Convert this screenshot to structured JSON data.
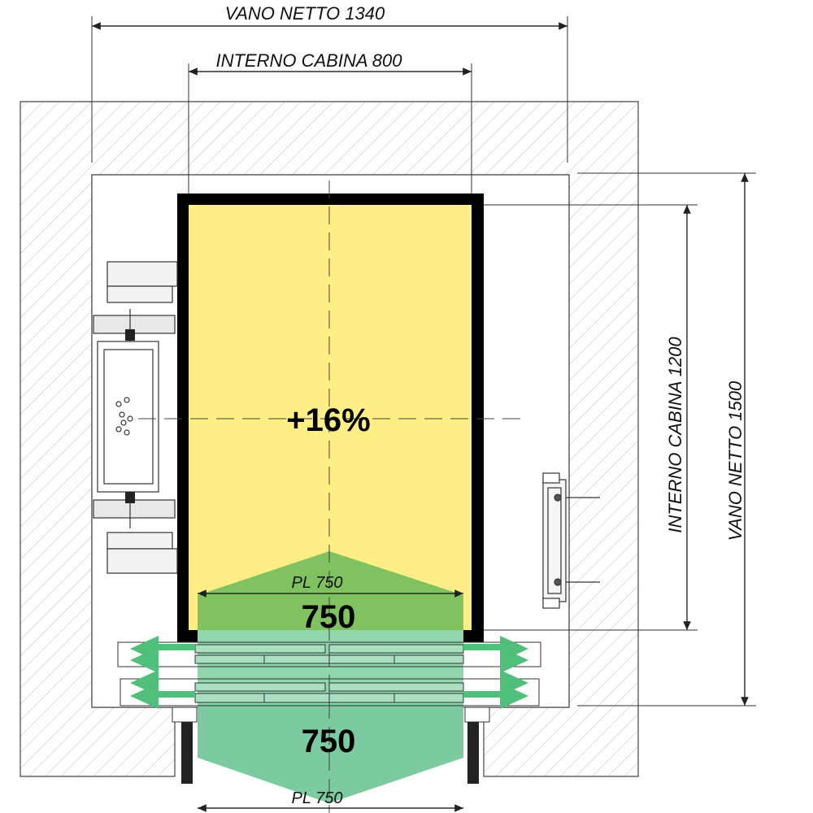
{
  "dimensions": {
    "shaft_width": "VANO NETTO 1340",
    "cabin_width": "INTERNO CABINA 800",
    "cabin_depth": "INTERNO CABINA 1200",
    "shaft_depth": "VANO NETTO 1500",
    "door_passage_cabin": "PL 750",
    "door_passage_landing": "PL 750"
  },
  "labels": {
    "increase": "+16%",
    "door_width_cabin": "750",
    "door_width_landing": "750"
  },
  "colors": {
    "cabin_fill": "#fdee85",
    "cabin_wall": "#000000",
    "door_fill_dark": "#7fc25f",
    "door_fill_light": "#7ccba0",
    "arrow_green": "#4fbf7a"
  }
}
